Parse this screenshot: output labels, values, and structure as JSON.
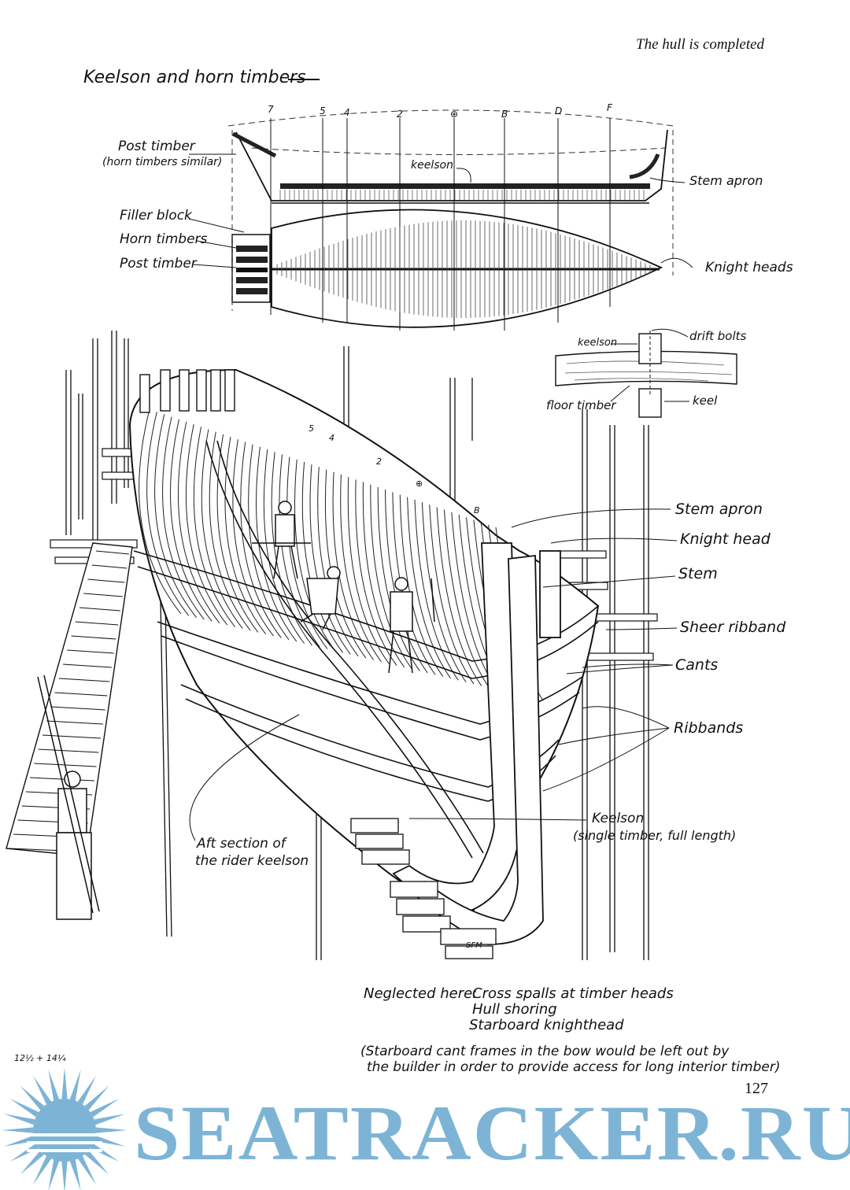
{
  "header": {
    "running_title": "The hull is completed",
    "page_number": "127"
  },
  "section_title": "Keelson and horn timbers",
  "top_plan": {
    "station_labels": [
      "7",
      "5",
      "4",
      "2",
      "⊕",
      "B",
      "D",
      "F"
    ],
    "labels": {
      "post_timber": "Post timber",
      "post_timber_note": "(horn timbers similar)",
      "keelson": "keelson",
      "stem_apron": "Stem apron",
      "filler_block": "Filler block",
      "horn_timbers": "Horn timbers",
      "post_timber_2": "Post timber",
      "knight_heads": "Knight heads"
    }
  },
  "section_detail": {
    "keelson": "keelson",
    "drift_bolts": "drift bolts",
    "floor_timber": "floor timber",
    "keel": "keel"
  },
  "hull_drawing": {
    "station_labels": [
      "5",
      "4",
      "2",
      "⊕",
      "B"
    ],
    "signature": "SFM",
    "callouts": {
      "stem_apron": "Stem apron",
      "knight_head": "Knight head",
      "stem": "Stem",
      "sheer_ribband": "Sheer ribband",
      "cants": "Cants",
      "ribbands": "Ribbands",
      "keelson_line1": "Keelson",
      "keelson_line2": "(single timber, full length)",
      "aft_line1": "Aft section of",
      "aft_line2": "the rider keelson"
    }
  },
  "notes": {
    "neglected_label": "Neglected here:",
    "items": [
      "Cross spalls at timber heads",
      "Hull shoring",
      "Starboard knighthead"
    ],
    "paren_line1": "(Starboard cant frames in the bow would be left out by",
    "paren_line2": "the builder in order to provide access for long interior timber)"
  },
  "margin_note": "12½ + 14¼",
  "watermark": {
    "text": "SEATRACKER.RU",
    "color": "#7db4d6"
  }
}
